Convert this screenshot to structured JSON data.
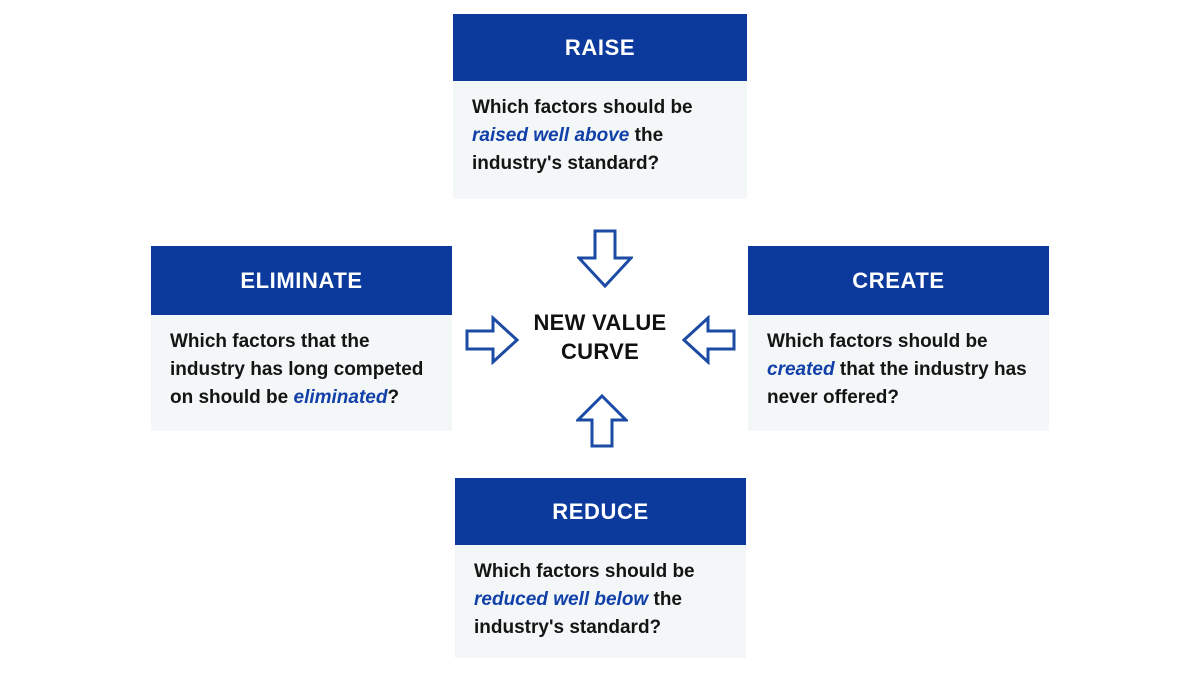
{
  "diagram": {
    "center": {
      "label": "NEW VALUE CURVE"
    },
    "quadrants": {
      "raise": {
        "title": "RAISE",
        "question": {
          "pre": "Which factors should be ",
          "emphasis": "raised well above",
          "post": " the industry's standard?"
        }
      },
      "eliminate": {
        "title": "ELIMINATE",
        "question": {
          "pre": "Which factors that the industry has long competed on should be ",
          "emphasis": "eliminated",
          "post": "?"
        }
      },
      "create": {
        "title": "CREATE",
        "question": {
          "pre": "Which factors should be ",
          "emphasis": "created",
          "post": " that the industry has never offered?"
        }
      },
      "reduce": {
        "title": "REDUCE",
        "question": {
          "pre": "Which factors should be ",
          "emphasis": "reduced well below",
          "post": " the industry's standard?"
        }
      }
    },
    "icons": {
      "top": "arrow-down-icon",
      "bottom": "arrow-up-icon",
      "left": "arrow-right-icon",
      "right": "arrow-left-icon"
    },
    "colors": {
      "canvas_bg": "#ffffff",
      "header_bg": "#0b3a9c",
      "header_text": "#ffffff",
      "body_bg": "#f4f7f8",
      "body_text": "#141414",
      "emphasis_text": "#1140a8",
      "arrow_stroke": "#1c4ba6",
      "center_text": "#111111"
    }
  }
}
